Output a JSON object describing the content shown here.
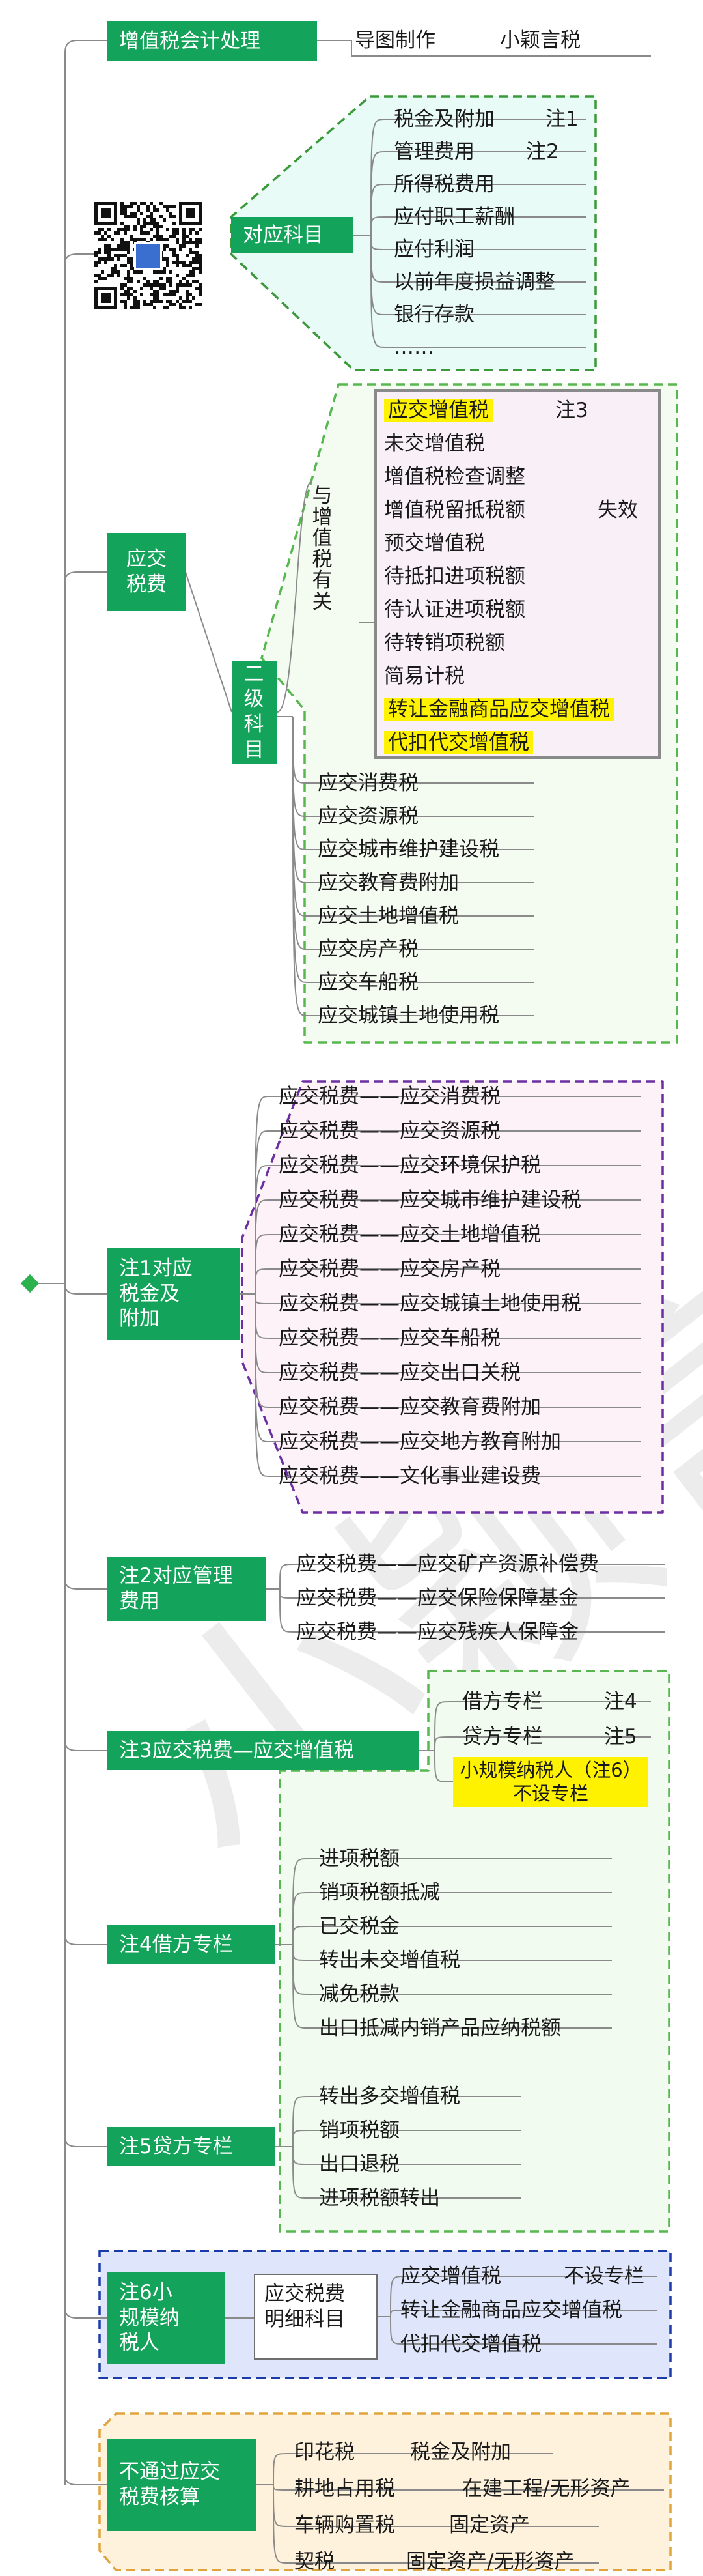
{
  "watermark": "小颖言税",
  "title": "增值税会计处理",
  "title_meta": [
    "导图制作",
    "小颖言税"
  ],
  "accounts": {
    "label": "对应科目",
    "items": [
      {
        "text": "税金及附加",
        "note": "注1"
      },
      {
        "text": "管理费用",
        "note": "注2"
      },
      {
        "text": "所得税费用",
        "note": ""
      },
      {
        "text": "应付职工薪酬",
        "note": ""
      },
      {
        "text": "应付利润",
        "note": ""
      },
      {
        "text": "以前年度损益调整",
        "note": ""
      },
      {
        "text": "银行存款",
        "note": ""
      },
      {
        "text": "……",
        "note": ""
      }
    ]
  },
  "taxes_payable": {
    "label": "应交税费",
    "secondary_label": "二级科目",
    "vat_related_label": "与增值税有关",
    "vat_items": [
      {
        "text": "应交增值税",
        "note": "注3",
        "highlight": true
      },
      {
        "text": "未交增值税",
        "note": "",
        "highlight": false
      },
      {
        "text": "增值税检查调整",
        "note": "",
        "highlight": false
      },
      {
        "text": "增值税留抵税额",
        "note": "失效",
        "highlight": false
      },
      {
        "text": "预交增值税",
        "note": "",
        "highlight": false
      },
      {
        "text": "待抵扣进项税额",
        "note": "",
        "highlight": false
      },
      {
        "text": "待认证进项税额",
        "note": "",
        "highlight": false
      },
      {
        "text": "待转销项税额",
        "note": "",
        "highlight": false
      },
      {
        "text": "简易计税",
        "note": "",
        "highlight": false
      },
      {
        "text": "转让金融商品应交增值税",
        "note": "",
        "highlight": true
      },
      {
        "text": "代扣代交增值税",
        "note": "",
        "highlight": true
      }
    ],
    "other_items": [
      "应交消费税",
      "应交资源税",
      "应交城市维护建设税",
      "应交教育费附加",
      "应交土地增值税",
      "应交房产税",
      "应交车船税",
      "应交城镇土地使用税"
    ]
  },
  "note1": {
    "label": "注1对应税金及附加",
    "items": [
      "应交税费——应交消费税",
      "应交税费——应交资源税",
      "应交税费——应交环境保护税",
      "应交税费——应交城市维护建设税",
      "应交税费——应交土地增值税",
      "应交税费——应交房产税",
      "应交税费——应交城镇土地使用税",
      "应交税费——应交车船税",
      "应交税费——应交出口关税",
      "应交税费——应交教育费附加",
      "应交税费——应交地方教育附加",
      "应交税费——文化事业建设费"
    ]
  },
  "note2": {
    "label": "注2对应管理费用",
    "items": [
      "应交税费——应交矿产资源补偿费",
      "应交税费——应交保险保障基金",
      "应交税费——应交残疾人保障金"
    ]
  },
  "note3": {
    "label": "注3应交税费—应交增值税",
    "items": [
      {
        "text": "借方专栏",
        "note": "注4"
      },
      {
        "text": "贷方专栏",
        "note": "注5"
      }
    ],
    "highlight_text": "小规模纳税人（注6）不设专栏"
  },
  "note4": {
    "label": "注4借方专栏",
    "items": [
      "进项税额",
      "销项税额抵减",
      "已交税金",
      "转出未交增值税",
      "减免税款",
      "出口抵减内销产品应纳税额"
    ]
  },
  "note5": {
    "label": "注5贷方专栏",
    "items": [
      "转出多交增值税",
      "销项税额",
      "出口退税",
      "进项税额转出"
    ]
  },
  "note6": {
    "label": "注6小规模纳税人",
    "detail_label": "应交税费明细科目",
    "items": [
      {
        "text": "应交增值税",
        "note": "不设专栏"
      },
      {
        "text": "转让金融商品应交增值税",
        "note": ""
      },
      {
        "text": "代扣代交增值税",
        "note": ""
      }
    ]
  },
  "no_account": {
    "label": "不通过应交税费核算",
    "items": [
      {
        "text": "印花税",
        "note": "税金及附加"
      },
      {
        "text": "耕地占用税",
        "note": "在建工程/无形资产"
      },
      {
        "text": "车辆购置税",
        "note": "固定资产"
      },
      {
        "text": "契税",
        "note": "固定资产/无形资产"
      }
    ]
  },
  "colors": {
    "green": "#14a35a",
    "highlight": "#fff200",
    "cyan_bg": "#e8fbf6",
    "pink_bg": "#fcf2f8",
    "blue_bg": "#dfe6fb",
    "orange_bg": "#fff2dc"
  }
}
